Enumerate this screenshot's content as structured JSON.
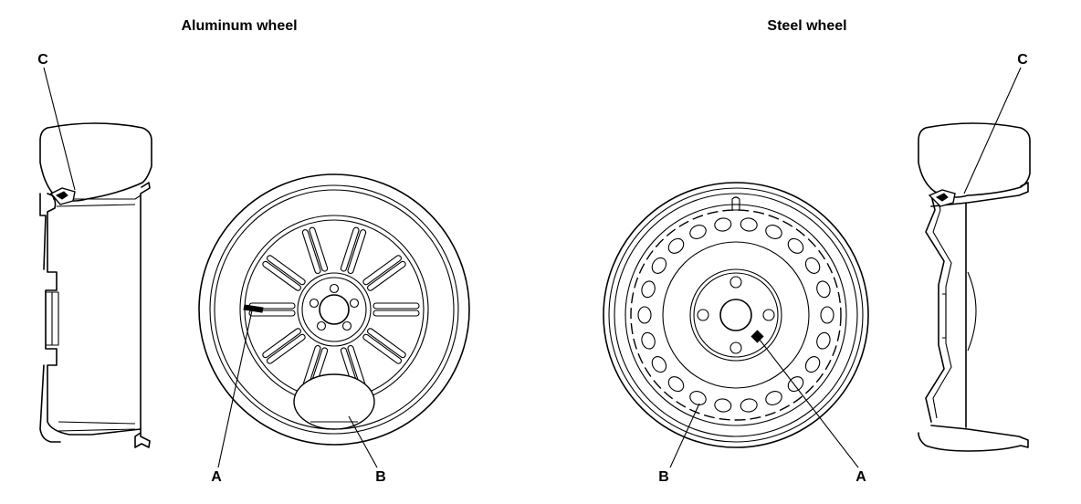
{
  "titles": {
    "aluminum": "Aluminum wheel",
    "steel": "Steel wheel"
  },
  "callouts": {
    "aluminum_side_c": "C",
    "aluminum_face_a": "A",
    "aluminum_face_b": "B",
    "steel_face_b": "B",
    "steel_face_a": "A",
    "steel_side_c": "C"
  }
}
